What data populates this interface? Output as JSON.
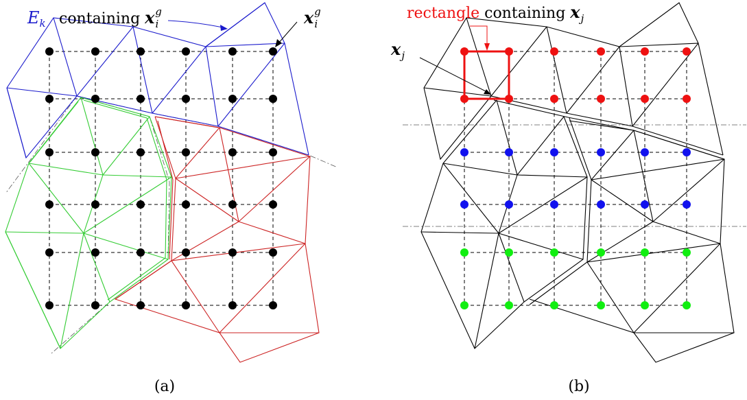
{
  "panels": [
    {
      "id": "a",
      "caption": "(a)",
      "label_ek": "E",
      "label_ek_sub": "k",
      "label_containing": " containing ",
      "label_x": "x",
      "label_x_sub": "i",
      "label_x_sup": "g",
      "label_point_x": "x",
      "label_point_sub": "i",
      "label_point_sup": "g"
    },
    {
      "id": "b",
      "caption": "(b)",
      "label_rect": "rectangle",
      "label_containing": " containing ",
      "label_x": "x",
      "label_x_sub": "j",
      "label_point_x": "x",
      "label_point_sub": "j"
    }
  ],
  "colors": {
    "blue": "#1a1acc",
    "green": "#33cc33",
    "red": "#cc2222",
    "black": "#000000",
    "point_red": "#ee1111",
    "point_blue": "#1111ee",
    "point_green": "#11ee11"
  }
}
